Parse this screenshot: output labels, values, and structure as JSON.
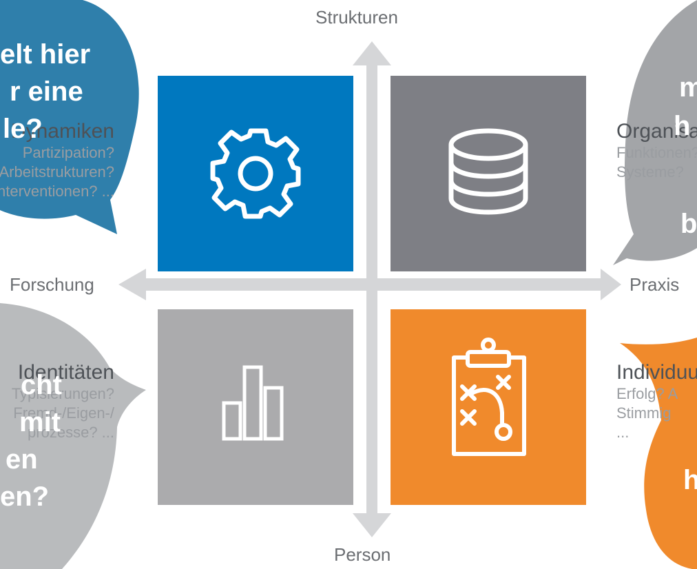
{
  "axes": {
    "top": "Strukturen",
    "bottom": "Person",
    "left": "Forschung",
    "right": "Praxis"
  },
  "quadrants": [
    {
      "name": "top-left",
      "color": "#0078bf",
      "icon": "gear-icon"
    },
    {
      "name": "top-right",
      "color": "#7e7f85",
      "icon": "database-icon"
    },
    {
      "name": "bottom-left",
      "color": "#ababad",
      "icon": "bar-chart-icon"
    },
    {
      "name": "bottom-right",
      "color": "#f08a2c",
      "icon": "clipboard-strategy-icon"
    }
  ],
  "categories": {
    "top_left": {
      "title": "Dynamiken",
      "lines": [
        "Partizipation?",
        "Arbeitstrukturen?",
        "Interventionen? ..."
      ]
    },
    "top_right": {
      "title": "Organisation",
      "lines": [
        "Funktionen?",
        "Systeme?"
      ]
    },
    "bottom_left": {
      "title": "Identitäten",
      "lines": [
        "Typisierungen?",
        "Fremd-/Eigen-/",
        "prozesse? ..."
      ]
    },
    "bottom_right": {
      "title": "Individuum",
      "lines": [
        "Erfolg? A",
        "Stimmig",
        "..."
      ]
    }
  },
  "bubbles": {
    "top_left": {
      "color": "#2f7fab",
      "lines": [
        "elt hier",
        "r eine",
        "le?"
      ]
    },
    "top_right": {
      "color": "#a3a5a8",
      "lines": [
        "m",
        "h",
        "b"
      ]
    },
    "bottom_left": {
      "color": "#b9bbbd",
      "lines": [
        "cht",
        "mit",
        "en",
        "en?"
      ]
    },
    "bottom_right": {
      "color": "#f08a2c",
      "lines": [
        "h"
      ]
    }
  }
}
